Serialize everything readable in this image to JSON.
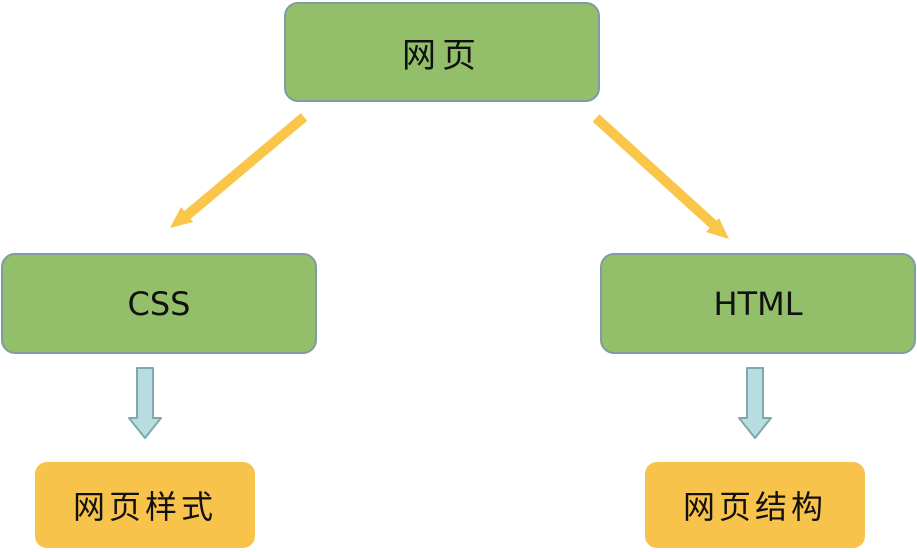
{
  "diagram": {
    "root": {
      "label": "网页"
    },
    "left": {
      "label": "CSS"
    },
    "right": {
      "label": "HTML"
    },
    "left_leaf": {
      "label": "网页样式"
    },
    "right_leaf": {
      "label": "网页结构"
    }
  },
  "colors": {
    "node_green": "#93bf6b",
    "node_green_border": "#7f9ca5",
    "leaf_yellow": "#f8c34a",
    "arrow_yellow": "#f9c64a",
    "arrow_teal": "#b7dde0",
    "arrow_teal_border": "#7fa8ab"
  }
}
